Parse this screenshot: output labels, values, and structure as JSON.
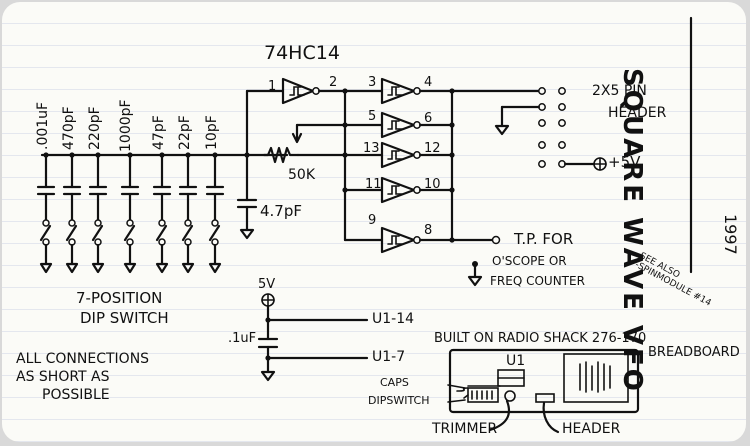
{
  "title": "SQUARE WAVE VFO",
  "year": "1997",
  "see_also": "SEE ALSO\n-SPINMODULE #14",
  "ic": {
    "name": "74HC14",
    "pins": [
      "1",
      "2",
      "3",
      "4",
      "5",
      "6",
      "13",
      "12",
      "11",
      "10",
      "9",
      "8"
    ]
  },
  "caps": [
    ".001uF",
    "470pF",
    "220pF",
    "1000pF",
    "47pF",
    "22pF",
    "10pF"
  ],
  "pot": "50K",
  "cap_fixed": "4.7pF",
  "dip_label_1": "7-POSITION",
  "dip_label_2": "DIP SWITCH",
  "header_1": "2X5 PIN",
  "header_2": "HEADER",
  "plus5": "+5V",
  "tp_1": "T.P. FOR",
  "tp_2": "O'SCOPE OR",
  "tp_3": "FREQ COUNTER",
  "supply": "5V",
  "bypass_cap": ".1uF",
  "u1_14": "U1-14",
  "u1_7": "U1-7",
  "note_1": "ALL CONNECTIONS",
  "note_2": "AS SHORT AS",
  "note_3": "POSSIBLE",
  "built_1": "BUILT ON RADIO SHACK 276-170",
  "built_2": "BREADBOARD",
  "bb_u1": "U1",
  "bb_caps": "CAPS",
  "bb_dip": "DIPSWITCH",
  "bb_trimmer": "TRIMMER",
  "bb_header": "HEADER"
}
